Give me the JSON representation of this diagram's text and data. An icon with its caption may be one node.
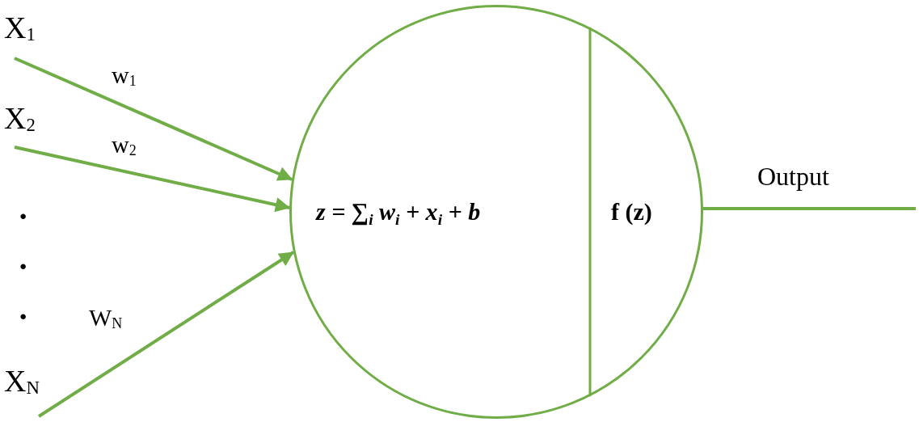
{
  "diagram": {
    "nodes": [
      {
        "text": [
          "X$_{1}$"
        ]
      },
      {
        "text": [
          "X$_{2}$"
        ]
      },
      {
        "text": [
          "X$_{N}$"
        ]
      },
      {
        "text": [
          "z = ∑$_{i}$ w$_{i}$ + x$_{i}$ + b",
          "f (z)"
        ]
      }
    ],
    "edges": [
      {
        "from": 0,
        "to": 3,
        "arrow": "to",
        "label": "w$_{1}$"
      },
      {
        "from": 1,
        "to": 3,
        "arrow": "to",
        "label": "w$_{2}$"
      },
      {
        "from": 2,
        "to": 3,
        "arrow": "to",
        "label": "W$_{N}$"
      },
      {
        "from": 3,
        "to": null,
        "arrow": "none",
        "label": "Output"
      }
    ],
    "labels": [
      "·",
      "·",
      "·"
    ]
  }
}
